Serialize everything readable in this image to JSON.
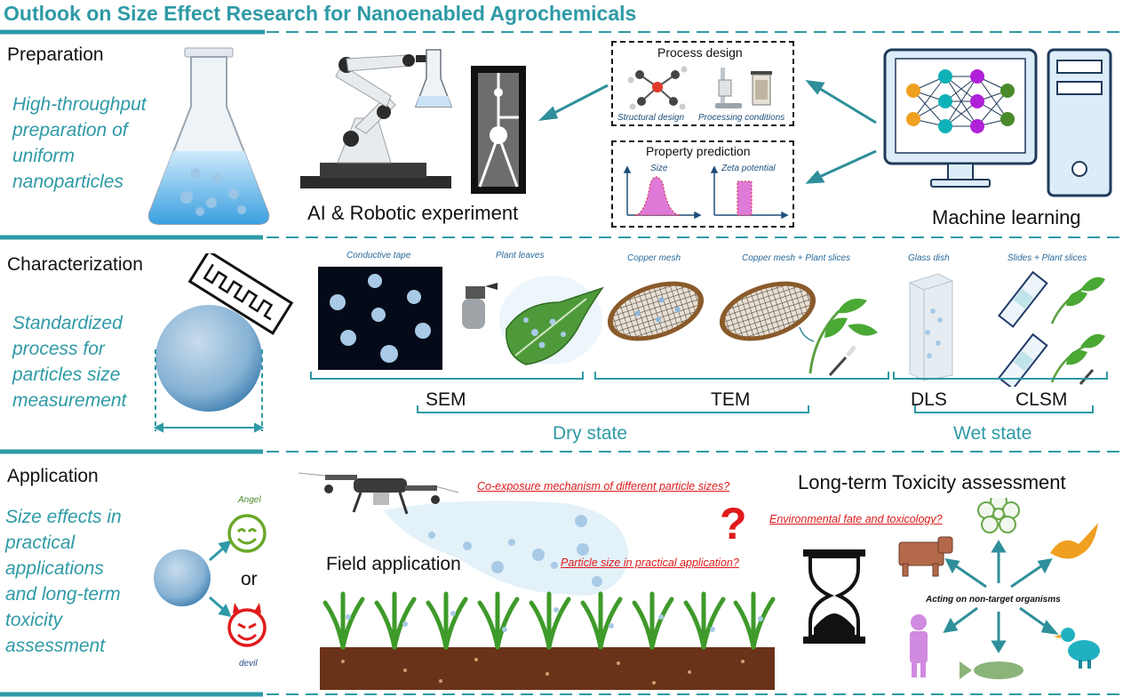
{
  "title": "Outlook on Size Effect Research for Nanoenabled Agrochemicals",
  "preparation": {
    "heading": "Preparation",
    "description": "High-throughput preparation of uniform nanoparticles",
    "desc_lines": [
      "High-throughput",
      "preparation of",
      "uniform",
      "nanoparticles"
    ],
    "robot_label": "AI & Robotic experiment",
    "process_design": "Process design",
    "structural_design": "Structural design",
    "processing_conditions": "Processing conditions",
    "property_prediction": "Property prediction",
    "size": "Size",
    "zeta_potential": "Zeta potential",
    "machine_learning": "Machine learning"
  },
  "characterization": {
    "heading": "Characterization",
    "desc_lines": [
      "Standardized",
      "process for",
      "particles size",
      "measurement"
    ],
    "conductive_tape": "Conductive tape",
    "plant_leaves": "Plant leaves",
    "copper_mesh": "Copper mesh",
    "copper_mesh_plant": "Copper mesh + Plant slices",
    "glass_dish": "Glass dish",
    "slides_plant": "Slides + Plant slices",
    "sem": "SEM",
    "tem": "TEM",
    "dls": "DLS",
    "clsm": "CLSM",
    "dry_state": "Dry state",
    "wet_state": "Wet state"
  },
  "application": {
    "heading": "Application",
    "desc_lines": [
      "Size effects in",
      "practical",
      "applications",
      "and long-term",
      "toxicity",
      "assessment"
    ],
    "angel": "Angel",
    "or": "or",
    "devil": "devil",
    "field_application": "Field application",
    "q_coexposure": "Co-exposure mechanism of different particle sizes?",
    "q_particle_size": "Particle size in practical application?",
    "q_environmental": "Environmental fate and toxicology?",
    "toxicity": "Long-term Toxicity assessment",
    "acting": "Acting on non-target organisms",
    "question_mark": "?"
  },
  "colors": {
    "teal": "#2e9aa6",
    "red": "#e01a1a",
    "navy": "#1f4f7a",
    "pink": "#e07ad8"
  }
}
